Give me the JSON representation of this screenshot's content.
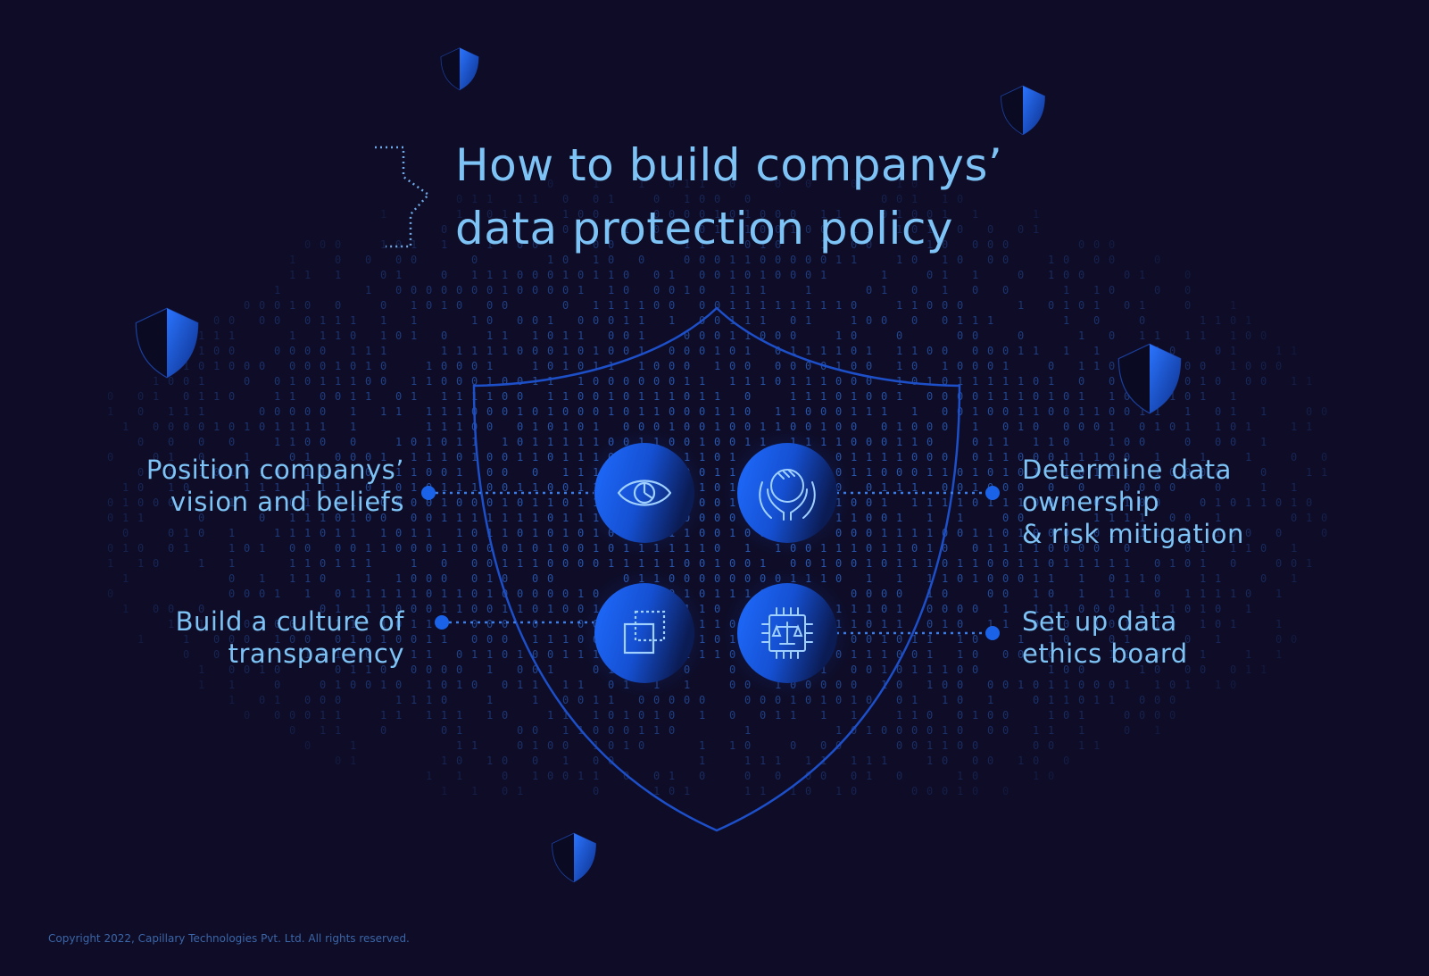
{
  "title": {
    "line1": "How to build companys’",
    "line2": "data protection policy"
  },
  "steps": {
    "vision": {
      "line1": "Position companys’",
      "line2": "vision and beliefs",
      "icon": "eye-icon"
    },
    "ownership": {
      "line1": "Determine data",
      "line2": "ownership",
      "line3": "& risk mitigation",
      "icon": "hands-holding-head-icon"
    },
    "transparency": {
      "line1": "Build a culture of",
      "line2": "transparency",
      "icon": "transparent-square-icon"
    },
    "ethics": {
      "line1": "Set up data",
      "line2": "ethics board",
      "icon": "chip-scales-icon"
    }
  },
  "copyright": "Copyright 2022, Capillary Technologies Pvt. Ltd. All rights reserved.",
  "colors": {
    "background": "#0e0c26",
    "text": "#7ec3f5",
    "accent": "#1a63e8",
    "dots": "#2d63c4"
  }
}
